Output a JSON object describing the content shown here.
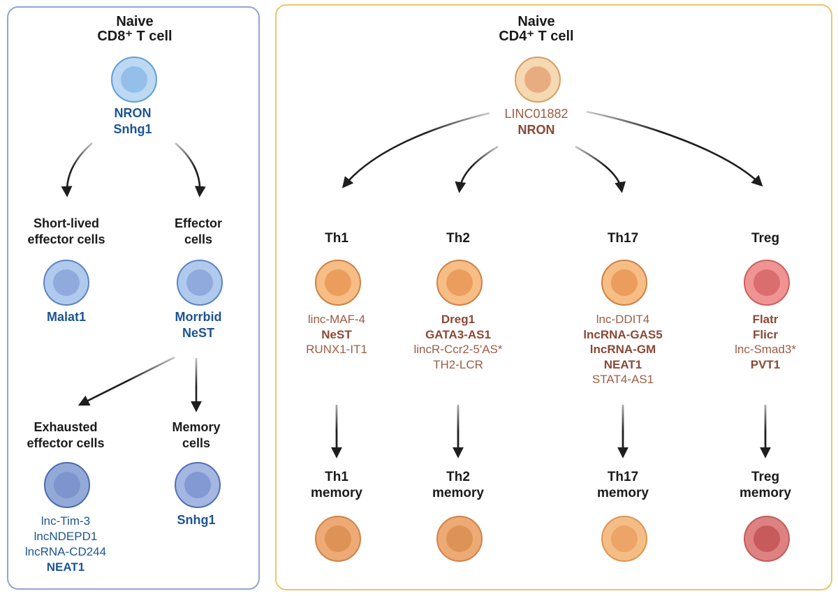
{
  "figure": {
    "left_panel_subject": "Naive CD8+ T cell differentiation",
    "right_panel_subject": "Naive CD4+ T cell differentiation"
  },
  "colors": {
    "cd8_panel_border": "#8fa6cf",
    "cd4_panel_border": "#ecc569",
    "title_text": "#1a1a1a",
    "cd8_lncrna_text": "#1b5494",
    "cd4_lncrna_text": "#9d5c45",
    "cd4_lncrna_text_bold": "#8a4836",
    "arrow": "#1e1e1e",
    "cd8_cell_fill": "#bcd8f3",
    "cd4_naive_cell_fill": "#f4d9b2",
    "th_cell_fill": "#f6bd85",
    "treg_cell_fill": "#f09393"
  },
  "cd8": {
    "title": [
      "Naive",
      "CD8⁺ T cell"
    ],
    "naive": {
      "lncrnas": [
        "NRON",
        "Snhg1"
      ]
    },
    "short_lived": {
      "label": [
        "Short-lived",
        "effector cells"
      ],
      "lncrnas": [
        "Malat1"
      ]
    },
    "effector": {
      "label": [
        "Effector",
        "cells"
      ],
      "lncrnas": [
        "Morrbid",
        "NeST"
      ]
    },
    "exhausted": {
      "label": [
        "Exhausted",
        "effector cells"
      ],
      "lncrnas": [
        "lnc-Tim-3",
        "lncNDEPD1",
        "lncRNA-CD244",
        "NEAT1"
      ]
    },
    "memory": {
      "label": [
        "Memory",
        "cells"
      ],
      "lncrnas": [
        "Snhg1"
      ]
    }
  },
  "cd4": {
    "title": [
      "Naive",
      "CD4⁺ T cell"
    ],
    "naive": {
      "lncrnas": [
        "LINC01882",
        "NRON"
      ]
    },
    "th1": {
      "label": "Th1",
      "lncrnas": [
        "linc-MAF-4",
        "NeST",
        "RUNX1-IT1"
      ],
      "memory_label": [
        "Th1",
        "memory"
      ]
    },
    "th2": {
      "label": "Th2",
      "lncrnas": [
        "Dreg1",
        "GATA3-AS1",
        "lincR-Ccr2-5'AS*",
        "TH2-LCR"
      ],
      "memory_label": [
        "Th2",
        "memory"
      ]
    },
    "th17": {
      "label": "Th17",
      "lncrnas": [
        "lnc-DDIT4",
        "lncRNA-GAS5",
        "lncRNA-GM",
        "NEAT1",
        "STAT4-AS1"
      ],
      "memory_label": [
        "Th17",
        "memory"
      ]
    },
    "treg": {
      "label": "Treg",
      "lncrnas": [
        "Flatr",
        "Flicr",
        "lnc-Smad3*",
        "PVT1"
      ],
      "memory_label": [
        "Treg",
        "memory"
      ]
    }
  }
}
